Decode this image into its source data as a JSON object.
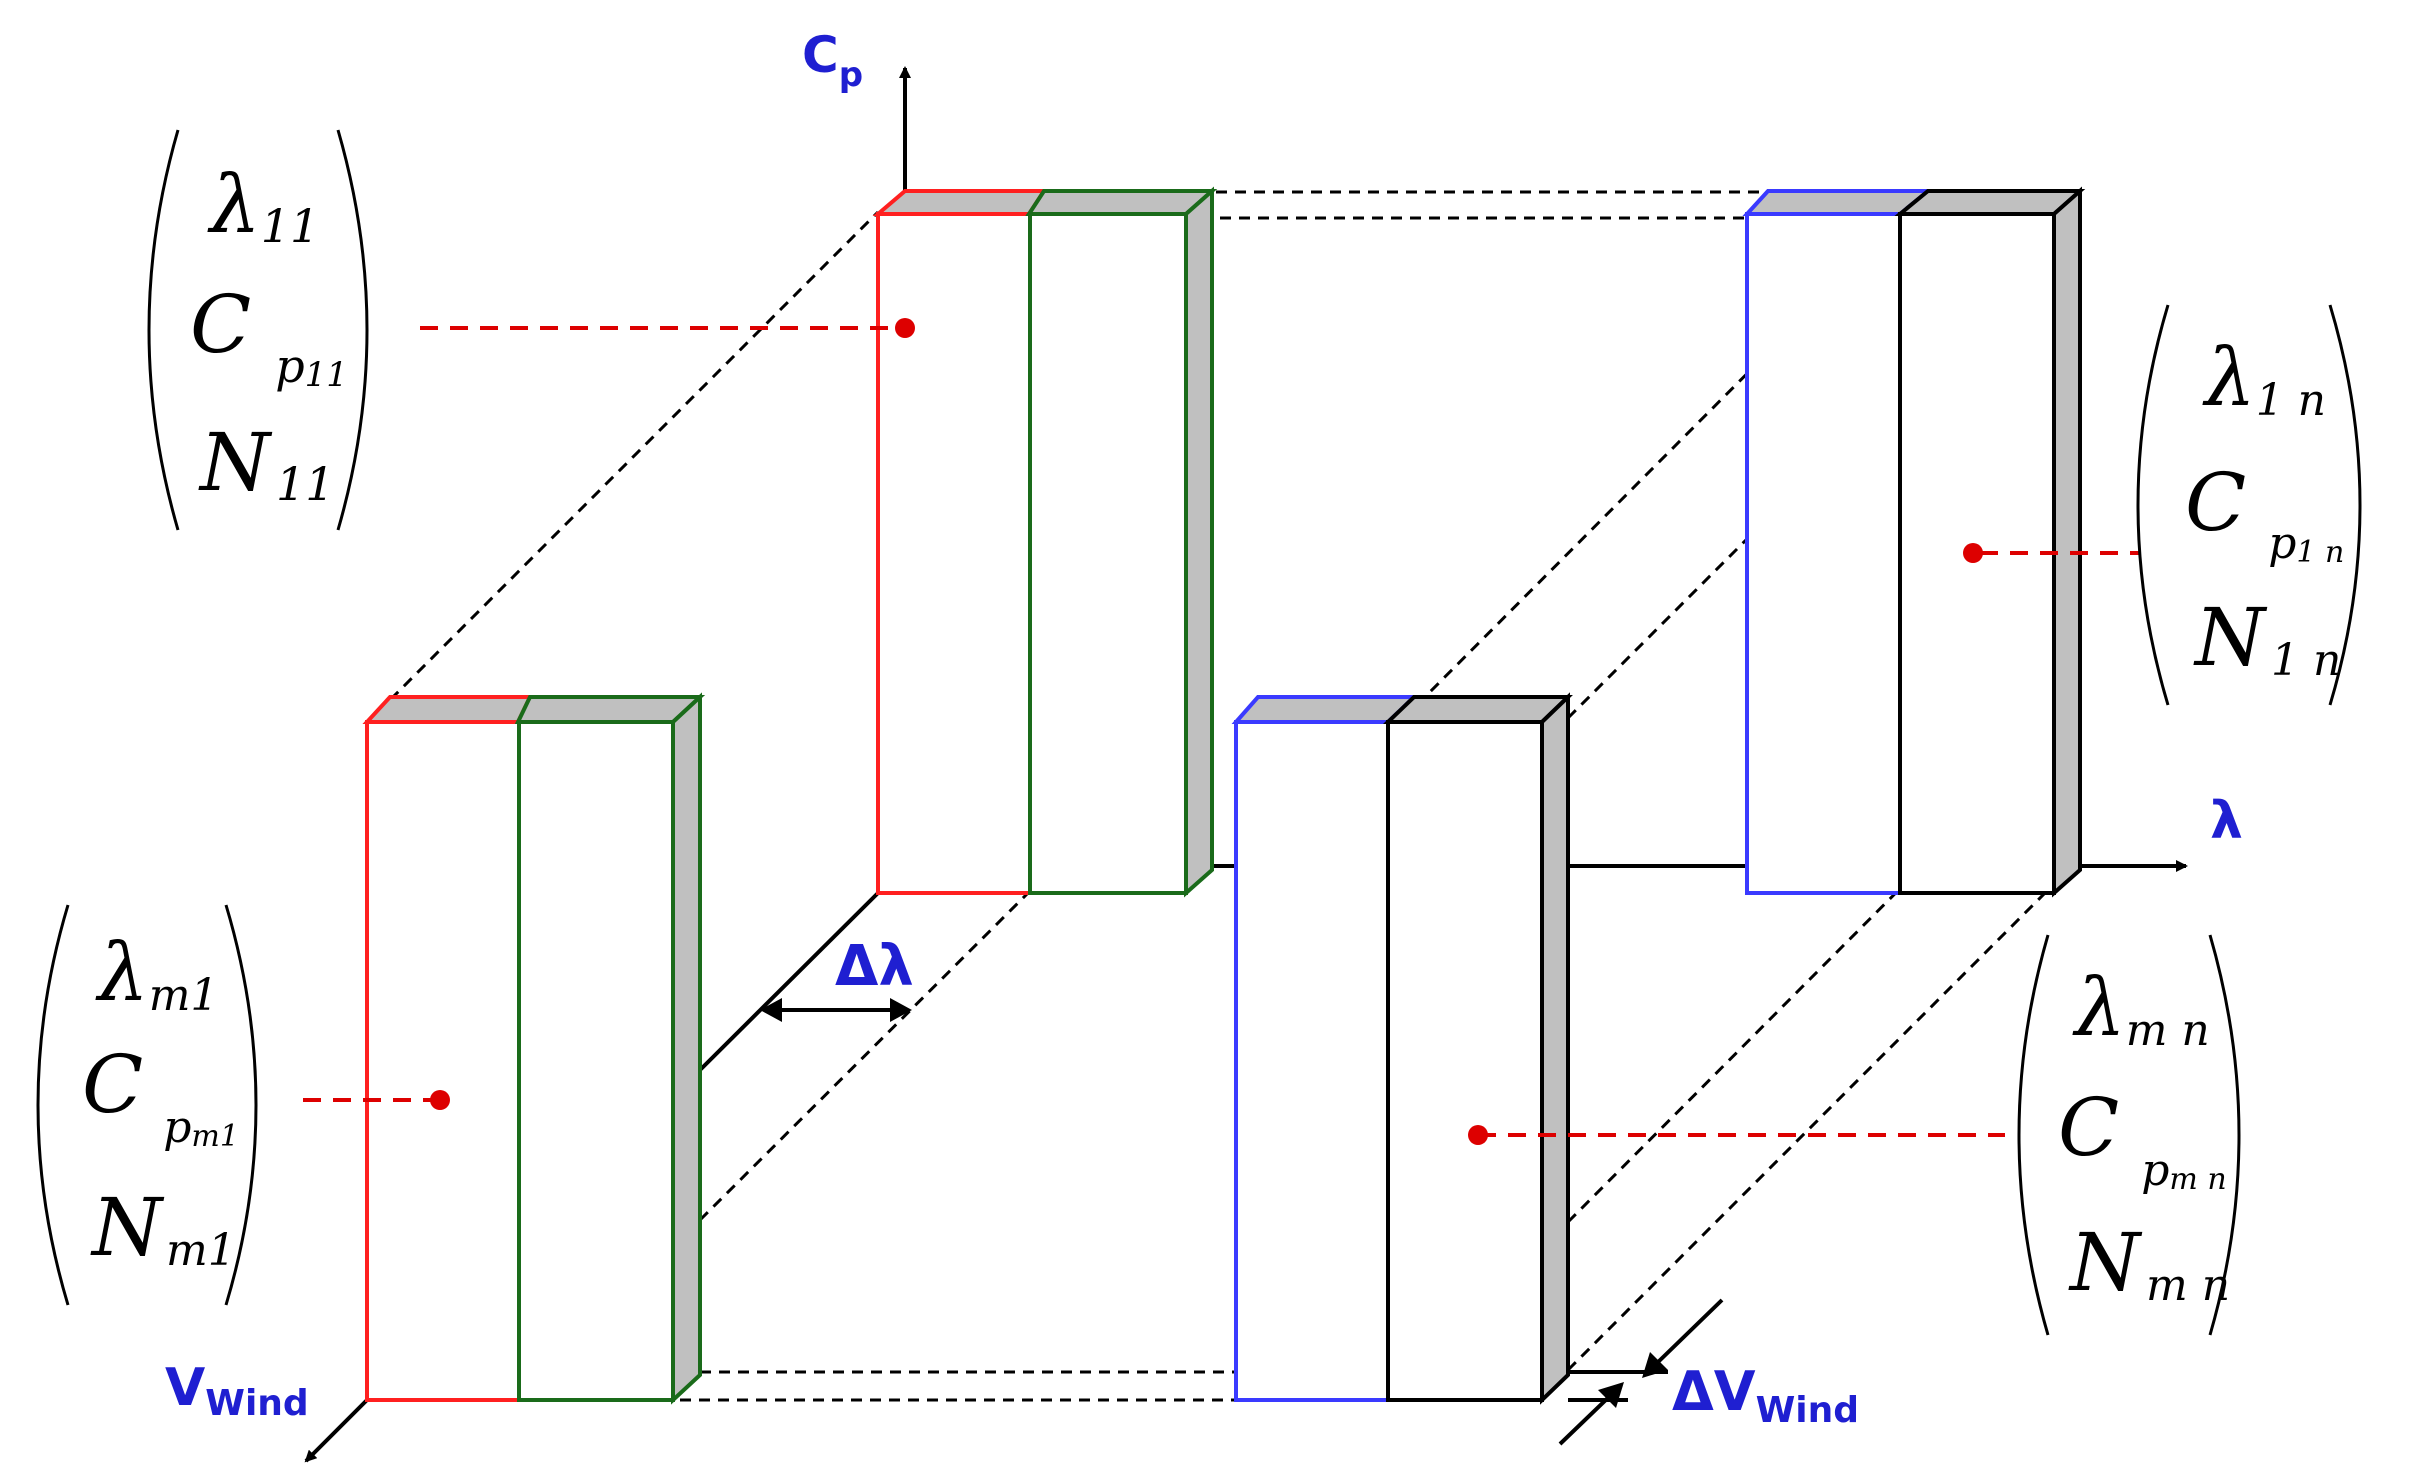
{
  "axes": {
    "cp": {
      "main": "C",
      "sub": "p"
    },
    "lambda": {
      "main": "λ"
    },
    "wind": {
      "main": "V",
      "sub": "Wind"
    }
  },
  "deltas": {
    "lambda": {
      "main": "Δλ"
    },
    "wind": {
      "main": "ΔV",
      "sub": "Wind"
    }
  },
  "colors": {
    "axis_label": "#1f1fd1",
    "red": "#ff2020",
    "green": "#1a6b1a",
    "blue": "#3a3aff",
    "black": "#000000",
    "shade": "#c0c0c0",
    "marker": "#dd0000"
  },
  "vectors": {
    "top_left": {
      "lambda": {
        "sym": "λ",
        "sub": "11"
      },
      "cp": {
        "sym": "C",
        "sub": "p",
        "subsub": "11"
      },
      "n": {
        "sym": "N",
        "sub": "11"
      }
    },
    "top_right": {
      "lambda": {
        "sym": "λ",
        "sub": "1 n"
      },
      "cp": {
        "sym": "C",
        "sub": "p",
        "subsub": "1 n"
      },
      "n": {
        "sym": "N",
        "sub": "1 n"
      }
    },
    "bottom_left": {
      "lambda": {
        "sym": "λ",
        "sub": "m1"
      },
      "cp": {
        "sym": "C",
        "sub": "p",
        "subsub": "m1"
      },
      "n": {
        "sym": "N",
        "sub": "m1"
      }
    },
    "bottom_right": {
      "lambda": {
        "sym": "λ",
        "sub": "m n"
      },
      "cp": {
        "sym": "C",
        "sub": "p",
        "subsub": "m n"
      },
      "n": {
        "sym": "N",
        "sub": "m n"
      }
    }
  }
}
